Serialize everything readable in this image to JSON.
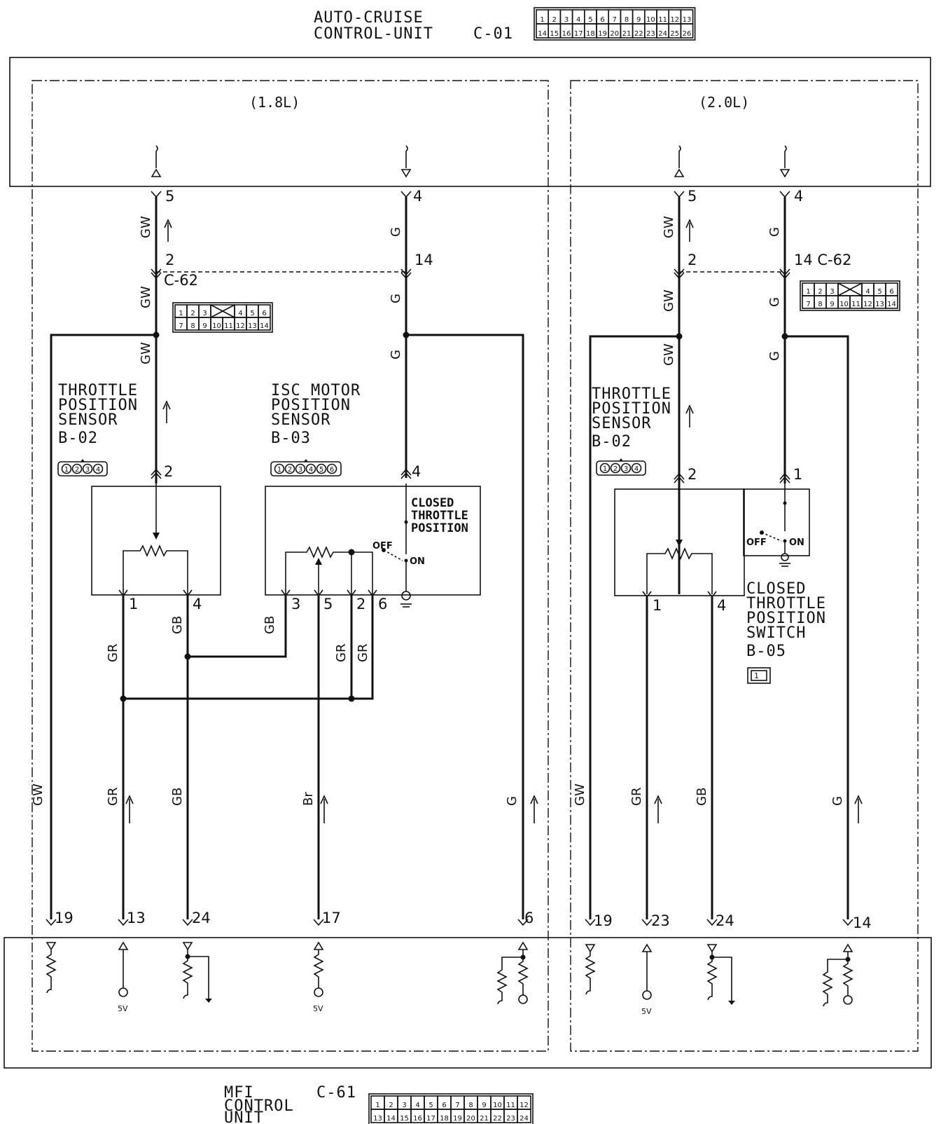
{
  "header": {
    "unit_name_line1": "AUTO-CRUISE",
    "unit_name_line2": "CONTROL-UNIT",
    "connector": "C-01",
    "connector_pins_top": [
      "1",
      "2",
      "3",
      "4",
      "5",
      "6",
      "7",
      "8",
      "9",
      "10",
      "11",
      "12",
      "13"
    ],
    "connector_pins_bottom": [
      "14",
      "15",
      "16",
      "17",
      "18",
      "19",
      "20",
      "21",
      "22",
      "23",
      "24",
      "25",
      "26"
    ]
  },
  "footer": {
    "unit_name_line1": "MFI",
    "unit_name_line2": "CONTROL",
    "unit_name_line3": "UNIT",
    "connector": "C-61",
    "connector_pins_top": [
      "1",
      "2",
      "3",
      "4",
      "5",
      "6",
      "7",
      "8",
      "9",
      "10",
      "11",
      "12"
    ],
    "connector_pins_bottom": [
      "13",
      "14",
      "15",
      "16",
      "17",
      "18",
      "19",
      "20",
      "21",
      "22",
      "23",
      "24"
    ]
  },
  "left": {
    "variant": "(1.8L)",
    "acu_pin_tps": "5",
    "acu_pin_isc": "4",
    "c62": "C-62",
    "c62_pin_tps": "2",
    "c62_pin_isc": "14",
    "c62_pins_top": [
      "1",
      "2",
      "3",
      "4",
      "5",
      "6"
    ],
    "c62_pins_bottom": [
      "7",
      "8",
      "9",
      "10",
      "11",
      "12",
      "13",
      "14"
    ],
    "tps_line1": "THROTTLE",
    "tps_line2": "POSITION",
    "tps_line3": "SENSOR",
    "tps_connector": "B-02",
    "tps_pins": [
      "1",
      "2",
      "3",
      "4"
    ],
    "tps_pin_wiper": "2",
    "tps_pin_1": "1",
    "tps_pin_4": "4",
    "isc_line1": "ISC MOTOR",
    "isc_line2": "POSITION",
    "isc_line3": "SENSOR",
    "isc_connector": "B-03",
    "isc_pins": [
      "1",
      "2",
      "3",
      "4",
      "5",
      "6"
    ],
    "isc_pin_4": "4",
    "isc_pin_3": "3",
    "isc_pin_5": "5",
    "isc_pin_2": "2",
    "isc_pin_6": "6",
    "closed_line1": "CLOSED",
    "closed_line2": "THROTTLE",
    "closed_line3": "POSITION",
    "sw_off": "OFF",
    "sw_on": "ON",
    "wire_gw": "GW",
    "wire_g": "G",
    "wire_gr": "GR",
    "wire_gb": "GB",
    "wire_br": "Br",
    "mfi_pin_19": "19",
    "mfi_pin_13": "13",
    "mfi_pin_24": "24",
    "mfi_pin_17": "17",
    "mfi_pin_6": "6",
    "supply_5v": "5V"
  },
  "right": {
    "variant": "(2.0L)",
    "acu_pin_tps": "5",
    "acu_pin_isc": "4",
    "c62_pin_tps": "2",
    "c62_label": "14 C-62",
    "c62_pins_top": [
      "1",
      "2",
      "3",
      "4",
      "5",
      "6"
    ],
    "c62_pins_bottom": [
      "7",
      "8",
      "9",
      "10",
      "11",
      "12",
      "13",
      "14"
    ],
    "tps_line1": "THROTTLE",
    "tps_line2": "POSITION",
    "tps_line3": "SENSOR",
    "tps_connector": "B-02",
    "tps_pins": [
      "1",
      "2",
      "3",
      "4"
    ],
    "tps_pin_wiper": "2",
    "tps_pin_1": "1",
    "tps_pin_4": "4",
    "ctps_pin": "1",
    "ctps_line1": "CLOSED",
    "ctps_line2": "THROTTLE",
    "ctps_line3": "POSITION",
    "ctps_line4": "SWITCH",
    "ctps_connector": "B-05",
    "ctps_pins": "1",
    "sw_off": "OFF",
    "sw_on": "ON",
    "wire_gw": "GW",
    "wire_g": "G",
    "wire_gr": "GR",
    "wire_gb": "GB",
    "mfi_pin_19": "19",
    "mfi_pin_23": "23",
    "mfi_pin_24": "24",
    "mfi_pin_14": "14",
    "supply_5v": "5V"
  }
}
